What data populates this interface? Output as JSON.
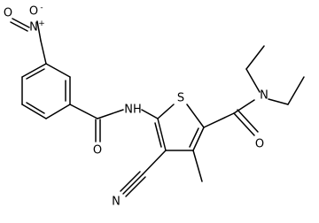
{
  "molecule": {
    "atoms": {
      "n_nitro": {
        "symbol": "N",
        "charge": "+"
      },
      "o_nitro_top": {
        "symbol": "O",
        "charge": "-"
      },
      "o_nitro_left": {
        "symbol": "O"
      },
      "n_amide_left": {
        "symbol": "NH"
      },
      "o_amide_left": {
        "symbol": "O"
      },
      "s_ring": {
        "symbol": "S"
      },
      "n_nitrile": {
        "symbol": "N"
      },
      "n_amide_right": {
        "symbol": "N"
      },
      "o_amide_right": {
        "symbol": "O"
      }
    }
  },
  "colors": {
    "bond": "#000000",
    "text": "#000000",
    "background": "#ffffff"
  }
}
